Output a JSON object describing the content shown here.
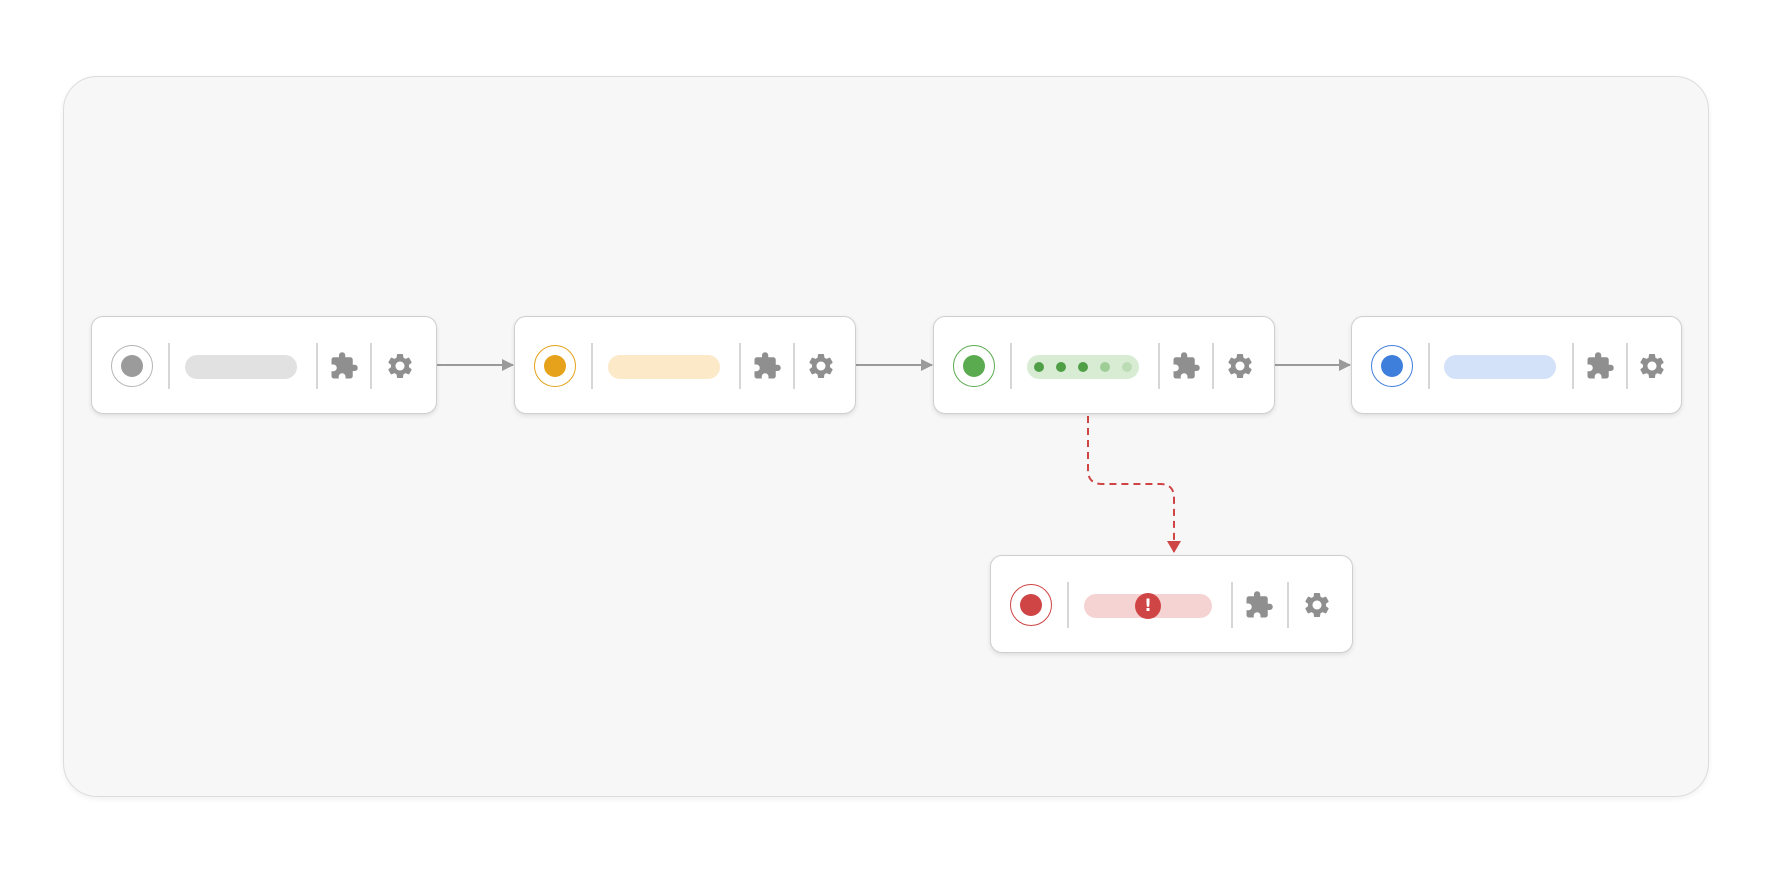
{
  "colors": {
    "canvas_bg": "#f7f7f7",
    "connector": "#9a9a9a",
    "error_connector": "#cf4444",
    "icon": "#8f8f8f"
  },
  "nodes": [
    {
      "id": "idle",
      "state": "idle",
      "ring": "#b5b5b5",
      "dot": "#9b9b9b",
      "pill": "#e1e1e1",
      "indicator": "none",
      "icons": [
        "puzzle-icon",
        "gear-icon"
      ]
    },
    {
      "id": "pending",
      "state": "pending",
      "ring": "#e5a21a",
      "dot": "#e5a21a",
      "pill": "#fbe9c8",
      "indicator": "none",
      "icons": [
        "puzzle-icon",
        "gear-icon"
      ]
    },
    {
      "id": "running",
      "state": "running",
      "ring": "#5aab4f",
      "dot": "#5aab4f",
      "pill": "#d8ecd4",
      "indicator": "progress-dots",
      "progress_dots": [
        "#4f9f46",
        "#4f9f46",
        "#4f9f46",
        "#9fcd98",
        "#bcdcb6"
      ],
      "icons": [
        "puzzle-icon",
        "gear-icon"
      ]
    },
    {
      "id": "done",
      "state": "complete",
      "ring": "#3f7fdc",
      "dot": "#3f7fdc",
      "pill": "#d3e2f8",
      "indicator": "none",
      "icons": [
        "puzzle-icon",
        "gear-icon"
      ]
    },
    {
      "id": "failed",
      "state": "error",
      "ring": "#cf4444",
      "dot": "#cf4444",
      "pill": "#f6d3d3",
      "indicator": "error-badge",
      "error_symbol": "!",
      "icons": [
        "puzzle-icon",
        "gear-icon"
      ]
    }
  ],
  "edges": [
    {
      "from": "idle",
      "to": "pending",
      "style": "solid"
    },
    {
      "from": "pending",
      "to": "running",
      "style": "solid"
    },
    {
      "from": "running",
      "to": "done",
      "style": "solid"
    },
    {
      "from": "running",
      "to": "failed",
      "style": "dashed"
    }
  ]
}
